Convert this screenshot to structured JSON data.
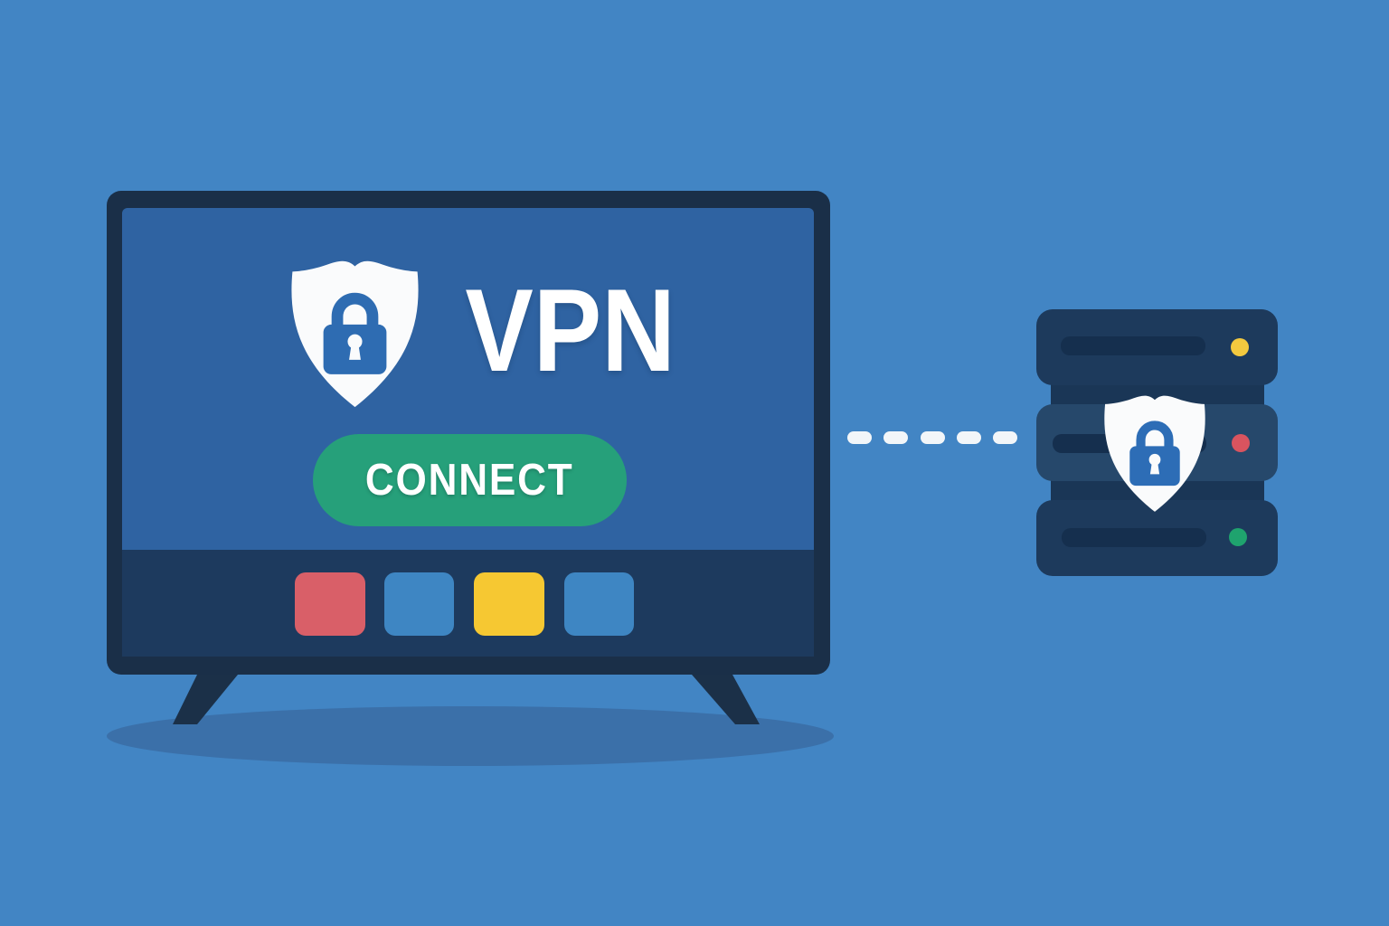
{
  "scene": {
    "background_color": "#4285c4",
    "shadow_color": "#3b70a9"
  },
  "tv": {
    "frame_color": "#1a2f48",
    "leg_color": "#1b3048",
    "screen_color": "#2f63a2",
    "app_bar_color": "#1d3a5e",
    "shield": {
      "icon": "shield-lock-icon",
      "shield_color": "#fafbfc",
      "lock_color": "#2e6cb2"
    },
    "vpn_label": "VPN",
    "connect_button": {
      "label": "CONNECT",
      "color": "#26a07a",
      "text_color": "#ffffff"
    },
    "app_tiles": [
      {
        "name": "app-tile-red",
        "color": "#d95f68"
      },
      {
        "name": "app-tile-blue-1",
        "color": "#3e86c3"
      },
      {
        "name": "app-tile-yellow",
        "color": "#f6c832"
      },
      {
        "name": "app-tile-blue-2",
        "color": "#3e86c3"
      }
    ]
  },
  "connection": {
    "style": "dashed",
    "dash_count": 5,
    "dash_color": "#f2f6f9"
  },
  "server": {
    "slab_color": "#1d3a5c",
    "middle_slab_color": "#26486b",
    "connector_color": "#1a3656",
    "slot_color": "#152f4e",
    "status_lights": [
      {
        "name": "status-light-yellow",
        "color": "#f3c93f"
      },
      {
        "name": "status-light-red",
        "color": "#d9545f"
      },
      {
        "name": "status-light-green",
        "color": "#1fa36e"
      }
    ],
    "shield": {
      "icon": "shield-lock-icon",
      "shield_color": "#fafbfc",
      "lock_color": "#2d6db6"
    }
  }
}
